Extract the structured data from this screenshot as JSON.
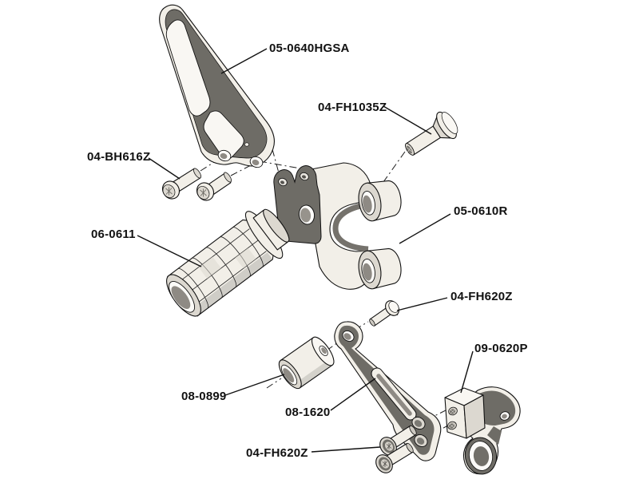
{
  "diagram": {
    "background_color": "#ffffff",
    "line_color": "#111111",
    "palette": {
      "part_light": "#f2efe8",
      "part_mid": "#dcd8d0",
      "part_dark": "#6e6c66",
      "hole_shadow": "#8e8a84"
    },
    "callouts": [
      {
        "part_number": "05-0640HGSA",
        "part": "heel-guard"
      },
      {
        "part_number": "04-FH1035Z",
        "part": "flat-head-bolt-large"
      },
      {
        "part_number": "04-BH616Z",
        "part": "button-head-screws"
      },
      {
        "part_number": "06-0611",
        "part": "knurled-footpeg"
      },
      {
        "part_number": "05-0610R",
        "part": "main-bracket-right"
      },
      {
        "part_number": "04-FH620Z",
        "part": "flat-head-screw-small"
      },
      {
        "part_number": "09-0620P",
        "part": "pedal-clevis"
      },
      {
        "part_number": "08-0899",
        "part": "spacer-tube"
      },
      {
        "part_number": "08-1620",
        "part": "lever-arm"
      },
      {
        "part_number": "04-FH620Z",
        "part": "flat-head-screw-pair"
      }
    ]
  }
}
